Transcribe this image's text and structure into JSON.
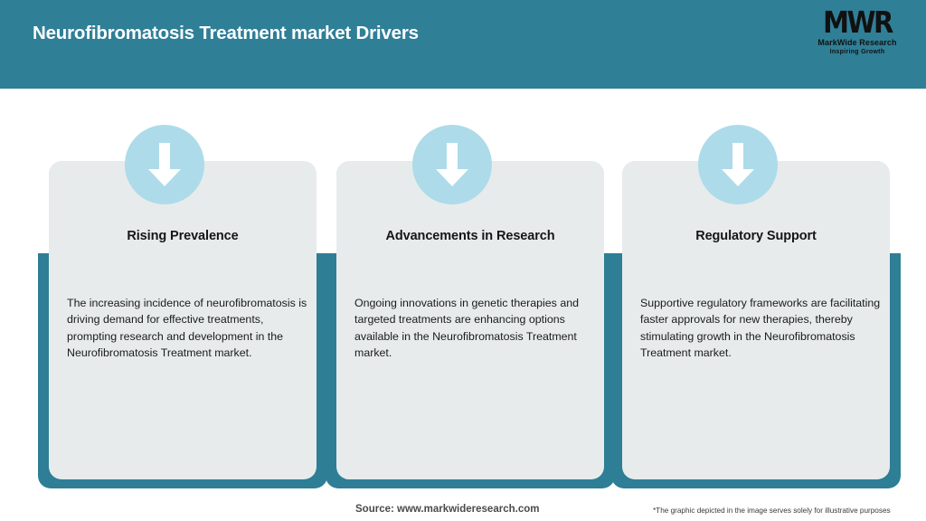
{
  "header": {
    "title": "Neurofibromatosis Treatment market Drivers",
    "background_color": "#2f7f97",
    "title_color": "#ffffff"
  },
  "logo": {
    "mark": "MWR",
    "name": "MarkWide Research",
    "tagline": "Inspiring Growth"
  },
  "theme": {
    "teal": "#2e7e95",
    "panel": "#e7ebec",
    "icon_circle": "#addbe9",
    "arrow": "#ffffff",
    "page_background": "#ffffff"
  },
  "cards": [
    {
      "icon": "arrow-down-icon",
      "heading": "Rising Prevalence",
      "body": "The increasing incidence of neurofibromatosis is driving demand for effective treatments, prompting research and development in the Neurofibromatosis Treatment market."
    },
    {
      "icon": "arrow-down-icon",
      "heading": "Advancements in Research",
      "body": "Ongoing innovations in genetic therapies and targeted treatments are enhancing options available in the Neurofibromatosis Treatment market."
    },
    {
      "icon": "arrow-down-icon",
      "heading": "Regulatory Support",
      "body": "Supportive regulatory frameworks are facilitating faster approvals for new therapies, thereby stimulating growth in the Neurofibromatosis Treatment market."
    }
  ],
  "footer": {
    "source": "Source: www.markwideresearch.com",
    "disclaimer": "*The graphic depicted in the image serves solely for illustrative purposes"
  }
}
